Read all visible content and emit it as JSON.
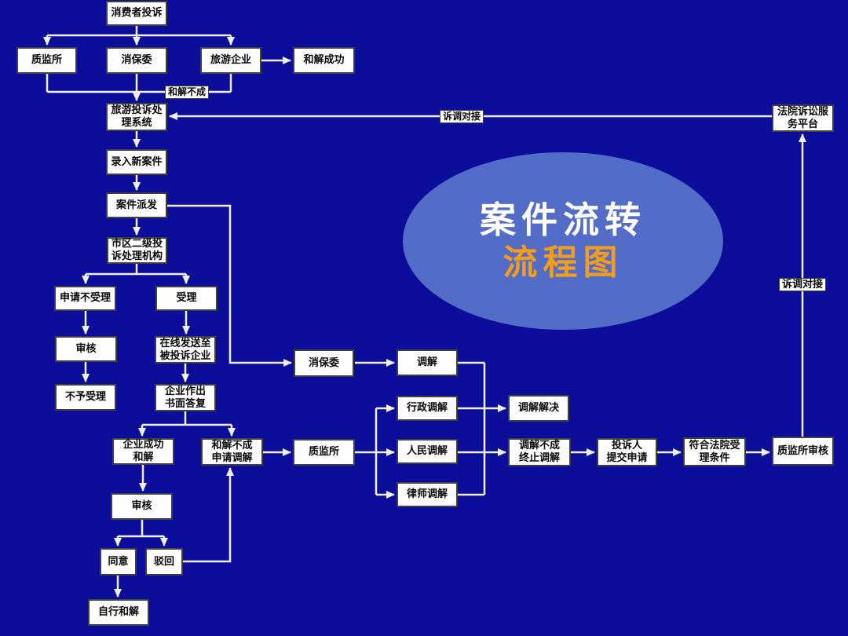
{
  "title": {
    "line1": "案件流转",
    "line2": "流程图"
  },
  "colors": {
    "background": "#0d0d9c",
    "ellipse": "#526cc8",
    "node_bg": "#fdfdfd",
    "node_border": "#3f3f3f",
    "line": "#efefef",
    "title_line1": "#ffffff",
    "title_line2": "#f29e1c"
  },
  "nodes": {
    "consumer_complaint": "消费者投诉",
    "quality_office_1": "质监所",
    "consumer_council_1": "消保委",
    "travel_company": "旅游企业",
    "reconcile_success": "和解成功",
    "complaint_system": "旅游投诉处\n理系统",
    "court_platform": "法院诉讼服\n务平台",
    "new_case": "录入新案件",
    "case_dispatch": "案件派发",
    "city_district_agency": "市区二级投\n诉处理机构",
    "apply_not_accept": "申请不受理",
    "accept": "受理",
    "review_1": "审核",
    "online_send": "在线发送至\n被投诉企业",
    "not_accept": "不予受理",
    "written_reply": "企业作出\n书面答复",
    "company_reconcile": "企业成功\n和解",
    "reconcile_fail_apply": "和解不成\n申请调解",
    "review_2": "审核",
    "agree": "同意",
    "reject": "驳回",
    "self_reconcile": "自行和解",
    "consumer_council_2": "消保委",
    "mediation": "调解",
    "quality_office_2": "质监所",
    "admin_mediation": "行政调解",
    "people_mediation": "人民调解",
    "lawyer_mediation": "律师调解",
    "mediation_resolved": "调解解决",
    "mediation_fail_end": "调解不成\n终止调解",
    "complainant_submit": "投诉人\n提交申请",
    "court_accept_cond": "符合法院受\n理条件",
    "quality_office_review": "质监所审核"
  },
  "edge_labels": {
    "reconcile_fail": "和解不成",
    "litigation_link_top": "诉调对接",
    "litigation_link_right": "诉调对接"
  },
  "edges": [
    {
      "from": "consumer_complaint",
      "to": "quality_office_1"
    },
    {
      "from": "consumer_complaint",
      "to": "consumer_council_1"
    },
    {
      "from": "consumer_complaint",
      "to": "travel_company"
    },
    {
      "from": "travel_company",
      "to": "reconcile_success"
    },
    {
      "from": "quality_office_1",
      "to": "complaint_system",
      "label": "和解不成"
    },
    {
      "from": "consumer_council_1",
      "to": "complaint_system",
      "label": "和解不成"
    },
    {
      "from": "travel_company",
      "to": "complaint_system",
      "label": "和解不成"
    },
    {
      "from": "court_platform",
      "to": "complaint_system",
      "label": "诉调对接"
    },
    {
      "from": "complaint_system",
      "to": "new_case"
    },
    {
      "from": "new_case",
      "to": "case_dispatch"
    },
    {
      "from": "case_dispatch",
      "to": "city_district_agency"
    },
    {
      "from": "case_dispatch",
      "to": "consumer_council_2"
    },
    {
      "from": "city_district_agency",
      "to": "apply_not_accept"
    },
    {
      "from": "city_district_agency",
      "to": "accept"
    },
    {
      "from": "apply_not_accept",
      "to": "review_1"
    },
    {
      "from": "review_1",
      "to": "not_accept"
    },
    {
      "from": "accept",
      "to": "online_send"
    },
    {
      "from": "online_send",
      "to": "written_reply"
    },
    {
      "from": "written_reply",
      "to": "company_reconcile"
    },
    {
      "from": "written_reply",
      "to": "reconcile_fail_apply"
    },
    {
      "from": "company_reconcile",
      "to": "review_2"
    },
    {
      "from": "review_2",
      "to": "agree"
    },
    {
      "from": "review_2",
      "to": "reject"
    },
    {
      "from": "agree",
      "to": "self_reconcile"
    },
    {
      "from": "reject",
      "to": "reconcile_fail_apply"
    },
    {
      "from": "reconcile_fail_apply",
      "to": "quality_office_2"
    },
    {
      "from": "consumer_council_2",
      "to": "mediation"
    },
    {
      "from": "quality_office_2",
      "to": "admin_mediation"
    },
    {
      "from": "quality_office_2",
      "to": "people_mediation"
    },
    {
      "from": "quality_office_2",
      "to": "lawyer_mediation"
    },
    {
      "from": "mediation",
      "to": "mediation_resolved"
    },
    {
      "from": "mediation",
      "to": "mediation_fail_end"
    },
    {
      "from": "admin_mediation",
      "to": "mediation_resolved"
    },
    {
      "from": "people_mediation",
      "to": "mediation_fail_end"
    },
    {
      "from": "lawyer_mediation",
      "to": "mediation_fail_end"
    },
    {
      "from": "mediation_fail_end",
      "to": "complainant_submit"
    },
    {
      "from": "complainant_submit",
      "to": "court_accept_cond"
    },
    {
      "from": "court_accept_cond",
      "to": "quality_office_review"
    },
    {
      "from": "quality_office_review",
      "to": "court_platform",
      "label": "诉调对接"
    }
  ]
}
